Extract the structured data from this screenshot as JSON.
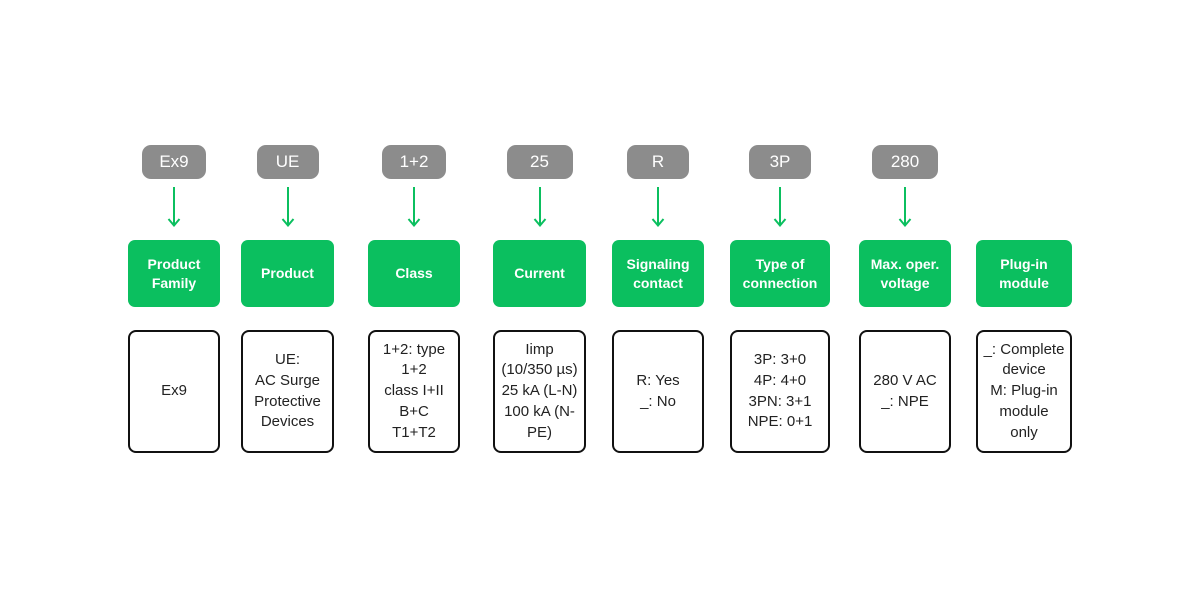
{
  "colors": {
    "accent": "#0bbf5f",
    "code_pill": "#8c8c8c",
    "box_border": "#111111",
    "text": "#222222"
  },
  "columns": [
    {
      "code": "Ex9",
      "label": "Product\nFamily",
      "values": [
        "Ex9"
      ]
    },
    {
      "code": "UE",
      "label": "Product",
      "values": [
        "UE:",
        "AC Surge",
        "Protective",
        "Devices"
      ]
    },
    {
      "code": "1+2",
      "label": "Class",
      "values": [
        "1+2: type",
        "1+2",
        "class I+II",
        "B+C",
        "T1+T2"
      ]
    },
    {
      "code": "25",
      "label": "Current",
      "values": [
        "Iimp",
        "(10/350 µs)",
        "25 kA (L-N)",
        "100 kA (N-",
        "PE)"
      ]
    },
    {
      "code": "R",
      "label": "Signaling\ncontact",
      "values": [
        "R: Yes",
        "_: No"
      ]
    },
    {
      "code": "3P",
      "label": "Type of\nconnection",
      "values": [
        "3P: 3+0",
        "4P: 4+0",
        "3PN: 3+1",
        "NPE: 0+1"
      ]
    },
    {
      "code": "280",
      "label": "Max. oper.\nvoltage",
      "values": [
        "280 V AC",
        "_: NPE"
      ]
    },
    {
      "code": "",
      "label": "Plug-in\nmodule",
      "values": [
        "_: Complete",
        "device",
        "M: Plug-in",
        "module",
        "only"
      ]
    }
  ]
}
